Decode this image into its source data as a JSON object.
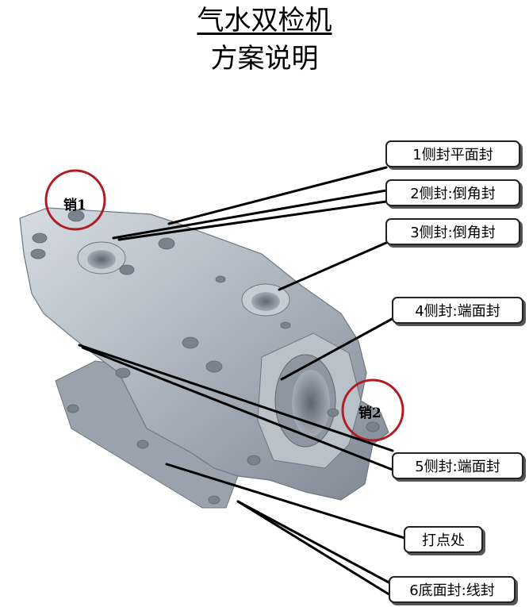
{
  "title": {
    "line1": "气水双检机",
    "line2": "方案说明"
  },
  "callouts": [
    {
      "text": "1侧封平面封"
    },
    {
      "text": "2侧封:倒角封"
    },
    {
      "text": "3侧封:倒角封"
    },
    {
      "text": "4侧封:端面封"
    },
    {
      "text": "5侧封:端面封"
    },
    {
      "text": "打点处"
    },
    {
      "text": "6底面封:线封"
    }
  ],
  "pins": [
    {
      "text": "销1"
    },
    {
      "text": "销2"
    }
  ],
  "colors": {
    "part_body": "#aab3bd",
    "part_shadow": "#8a949f",
    "part_highlight": "#d4dae0",
    "pin_circle": "#b01c22",
    "leader_line": "#000000"
  }
}
